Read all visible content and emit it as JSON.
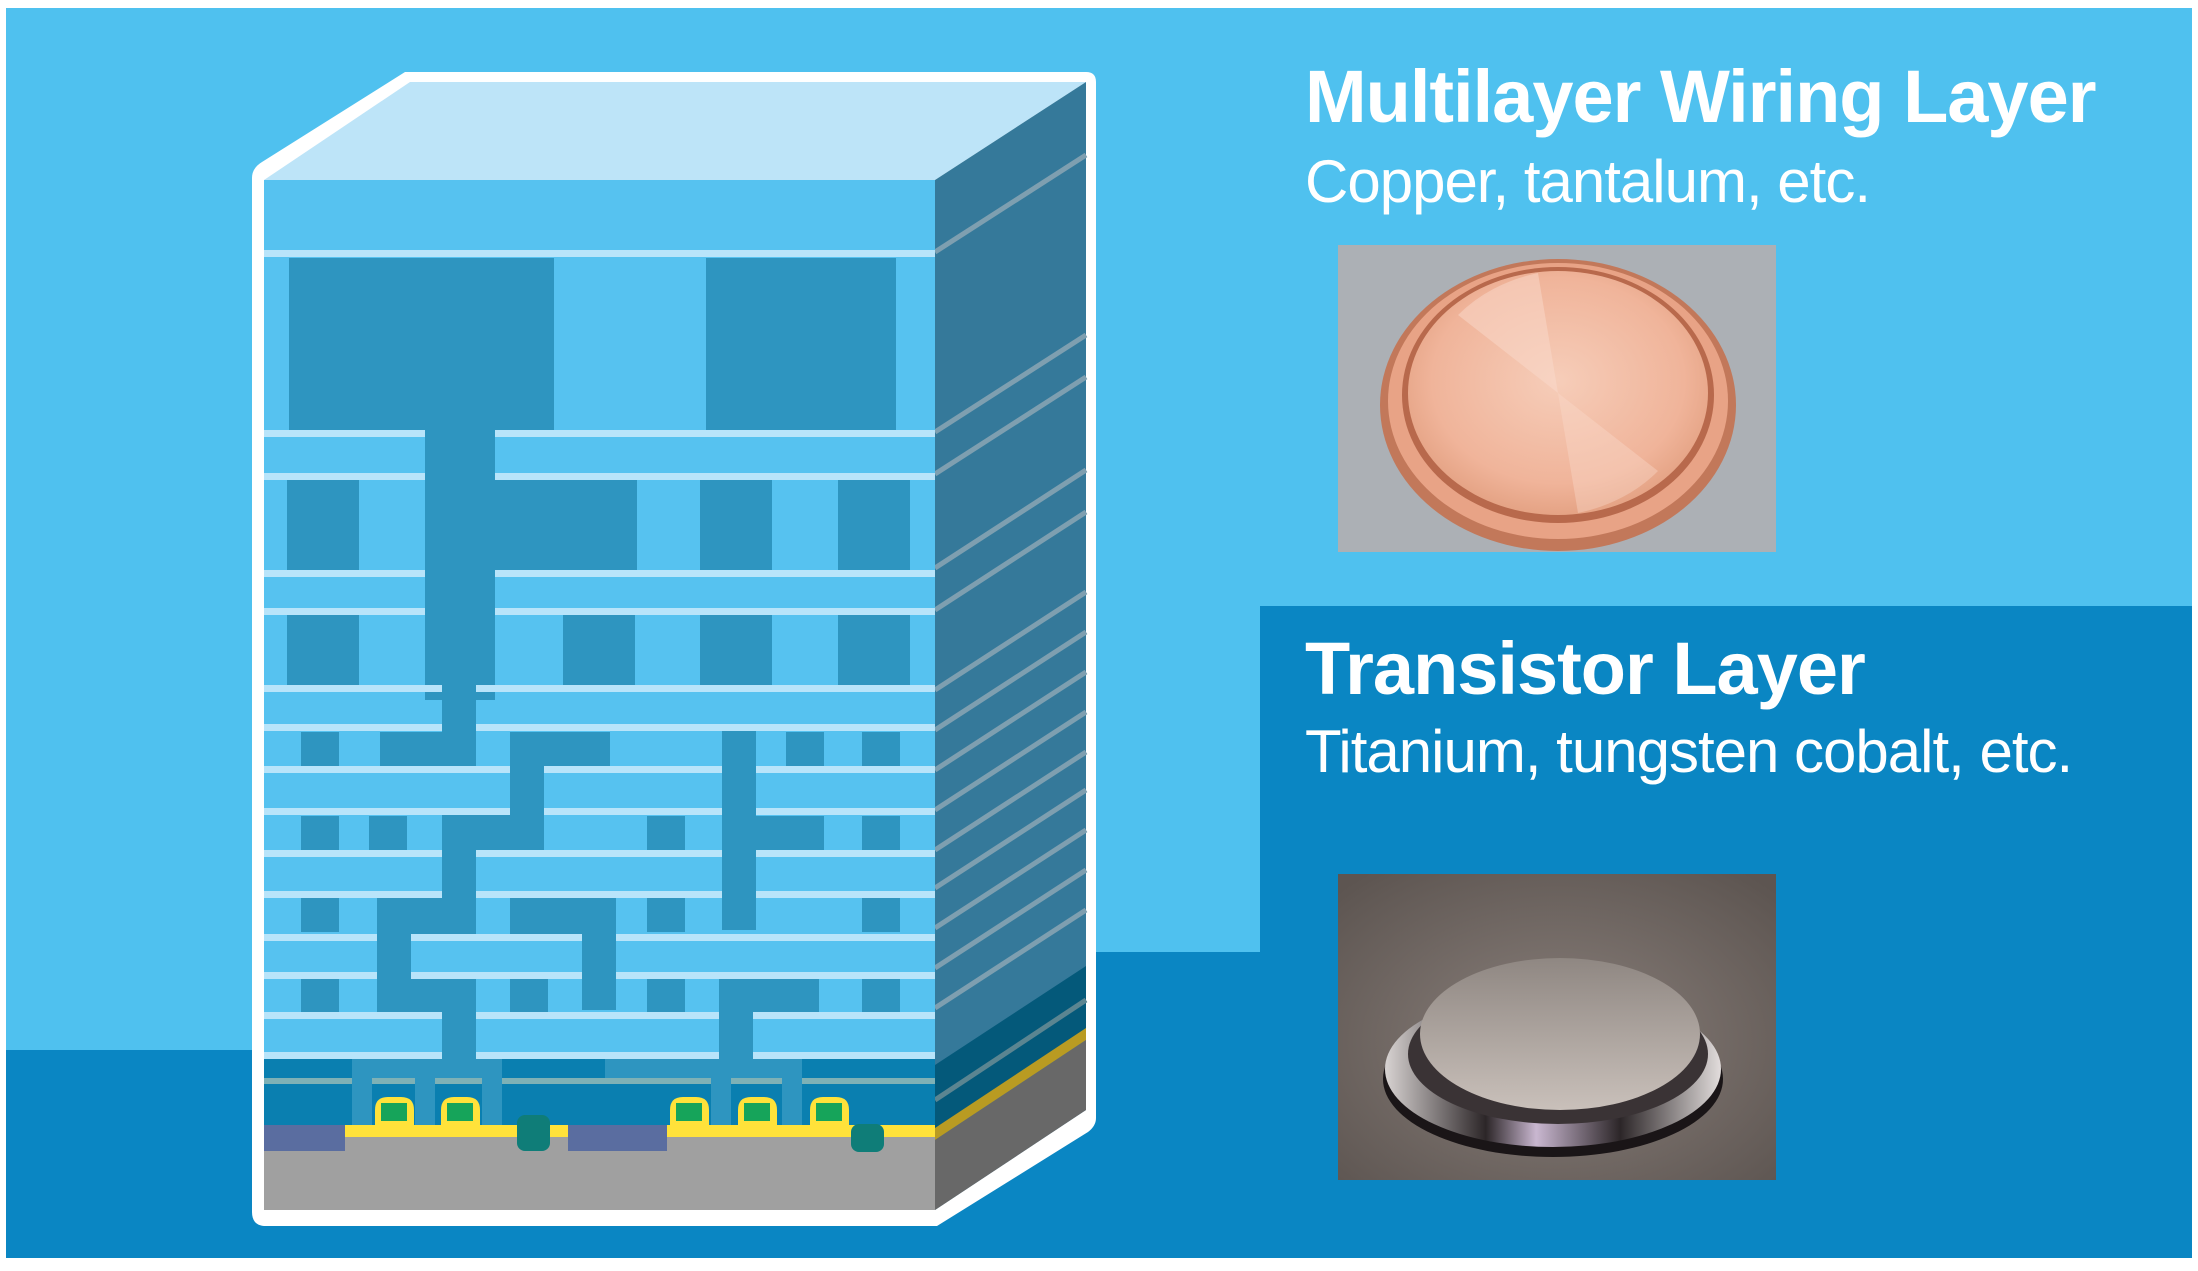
{
  "colors": {
    "background_light": "#4fc1ef",
    "background_dark": "#0a86c3",
    "block_top": "#bde4f8",
    "block_front": "#56c2f0",
    "block_side": "#35799a",
    "dielectric_line": "#b8e4fa",
    "wire": "#2e95c0",
    "lower_dielectric": "#0a7fb0",
    "barrier_line": "#7eb1b6",
    "contact_liner": "#ffe23a",
    "gate": "#16a45a",
    "isolation": "#0f7d78",
    "diffusion": "#5a6da0",
    "substrate": "#a0a0a0",
    "substrate_side": "#686868",
    "outline": "#ffffff",
    "copper": "#f0b49a",
    "metal_target_bg": "#6b625e"
  },
  "diagram": {
    "name": "semiconductor-cross-section-block",
    "upper_region": "Multilayer Wiring Layer",
    "lower_region": "Transistor Layer"
  },
  "sections": [
    {
      "id": "wiring",
      "title": "Multilayer Wiring Layer",
      "subtitle": "Copper, tantalum, etc.",
      "photo_alt": "Copper sputtering target disc"
    },
    {
      "id": "transistor",
      "title": "Transistor Layer",
      "subtitle": "Titanium, tungsten cobalt, etc.",
      "photo_alt": "Metal sputtering target disc"
    }
  ]
}
